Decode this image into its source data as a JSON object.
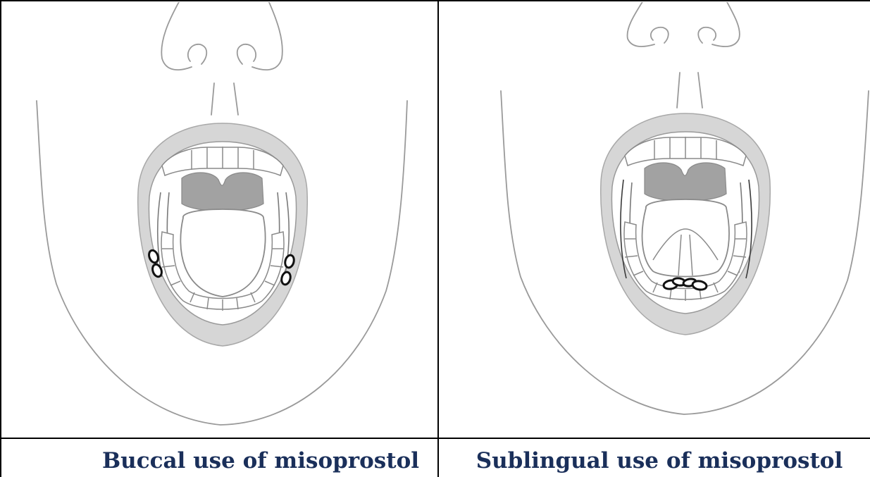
{
  "panels": [
    {
      "caption": "Buccal use of misoprostol",
      "placement": "buccal",
      "tablet_count": 4
    },
    {
      "caption": "Sublingual use of misoprostol",
      "placement": "sublingual",
      "tablet_count": 4
    }
  ],
  "colors": {
    "caption_text": "#1a2f5a",
    "outline": "#9a9a9a",
    "lips": "#d6d6d6",
    "throat": "#a2a2a2",
    "tablet_outline": "#111111",
    "table_border": "#000000"
  }
}
